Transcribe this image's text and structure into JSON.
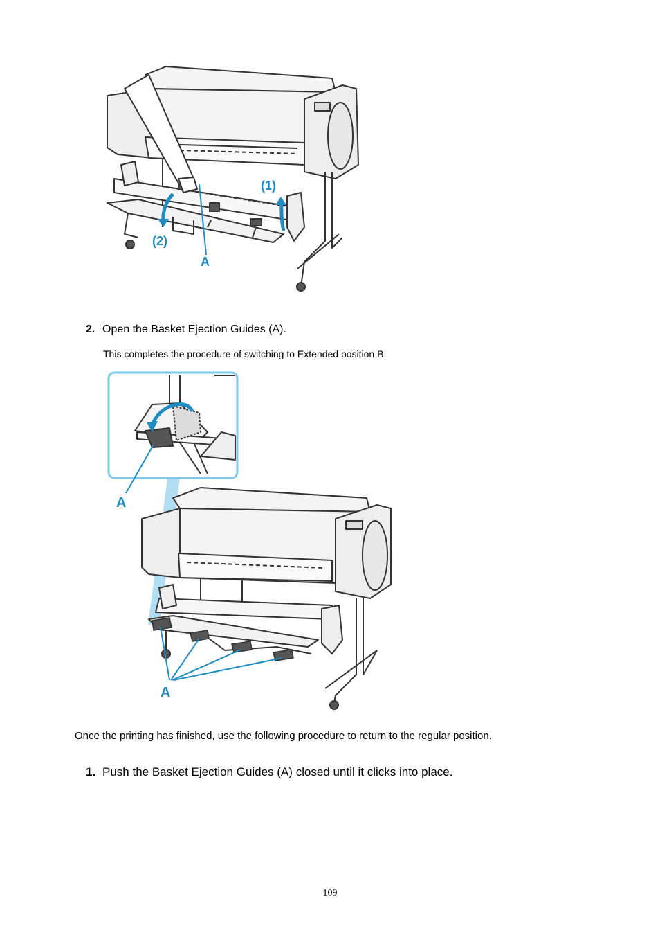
{
  "figure1": {
    "callouts": {
      "step1": "(1)",
      "step2": "(2)",
      "guide": "A"
    },
    "colors": {
      "accent": "#1e8bc3",
      "line": "#333333",
      "body": "#f4f4f4"
    }
  },
  "step2": {
    "number": "2.",
    "text": "Open the Basket Ejection Guides (A).",
    "note": "This completes the procedure of switching to Extended position B."
  },
  "figure2": {
    "callouts": {
      "inset_label": "A",
      "bottom_label": "A"
    },
    "colors": {
      "accent": "#1e8bc3",
      "inset_border": "#7ec8ea",
      "beam": "#9fd6f1"
    }
  },
  "return_intro": "Once the printing has finished, use the following procedure to return to the regular position.",
  "step1": {
    "number": "1.",
    "text": "Push the Basket Ejection Guides (A) closed until it clicks into place."
  },
  "page_number": "109"
}
